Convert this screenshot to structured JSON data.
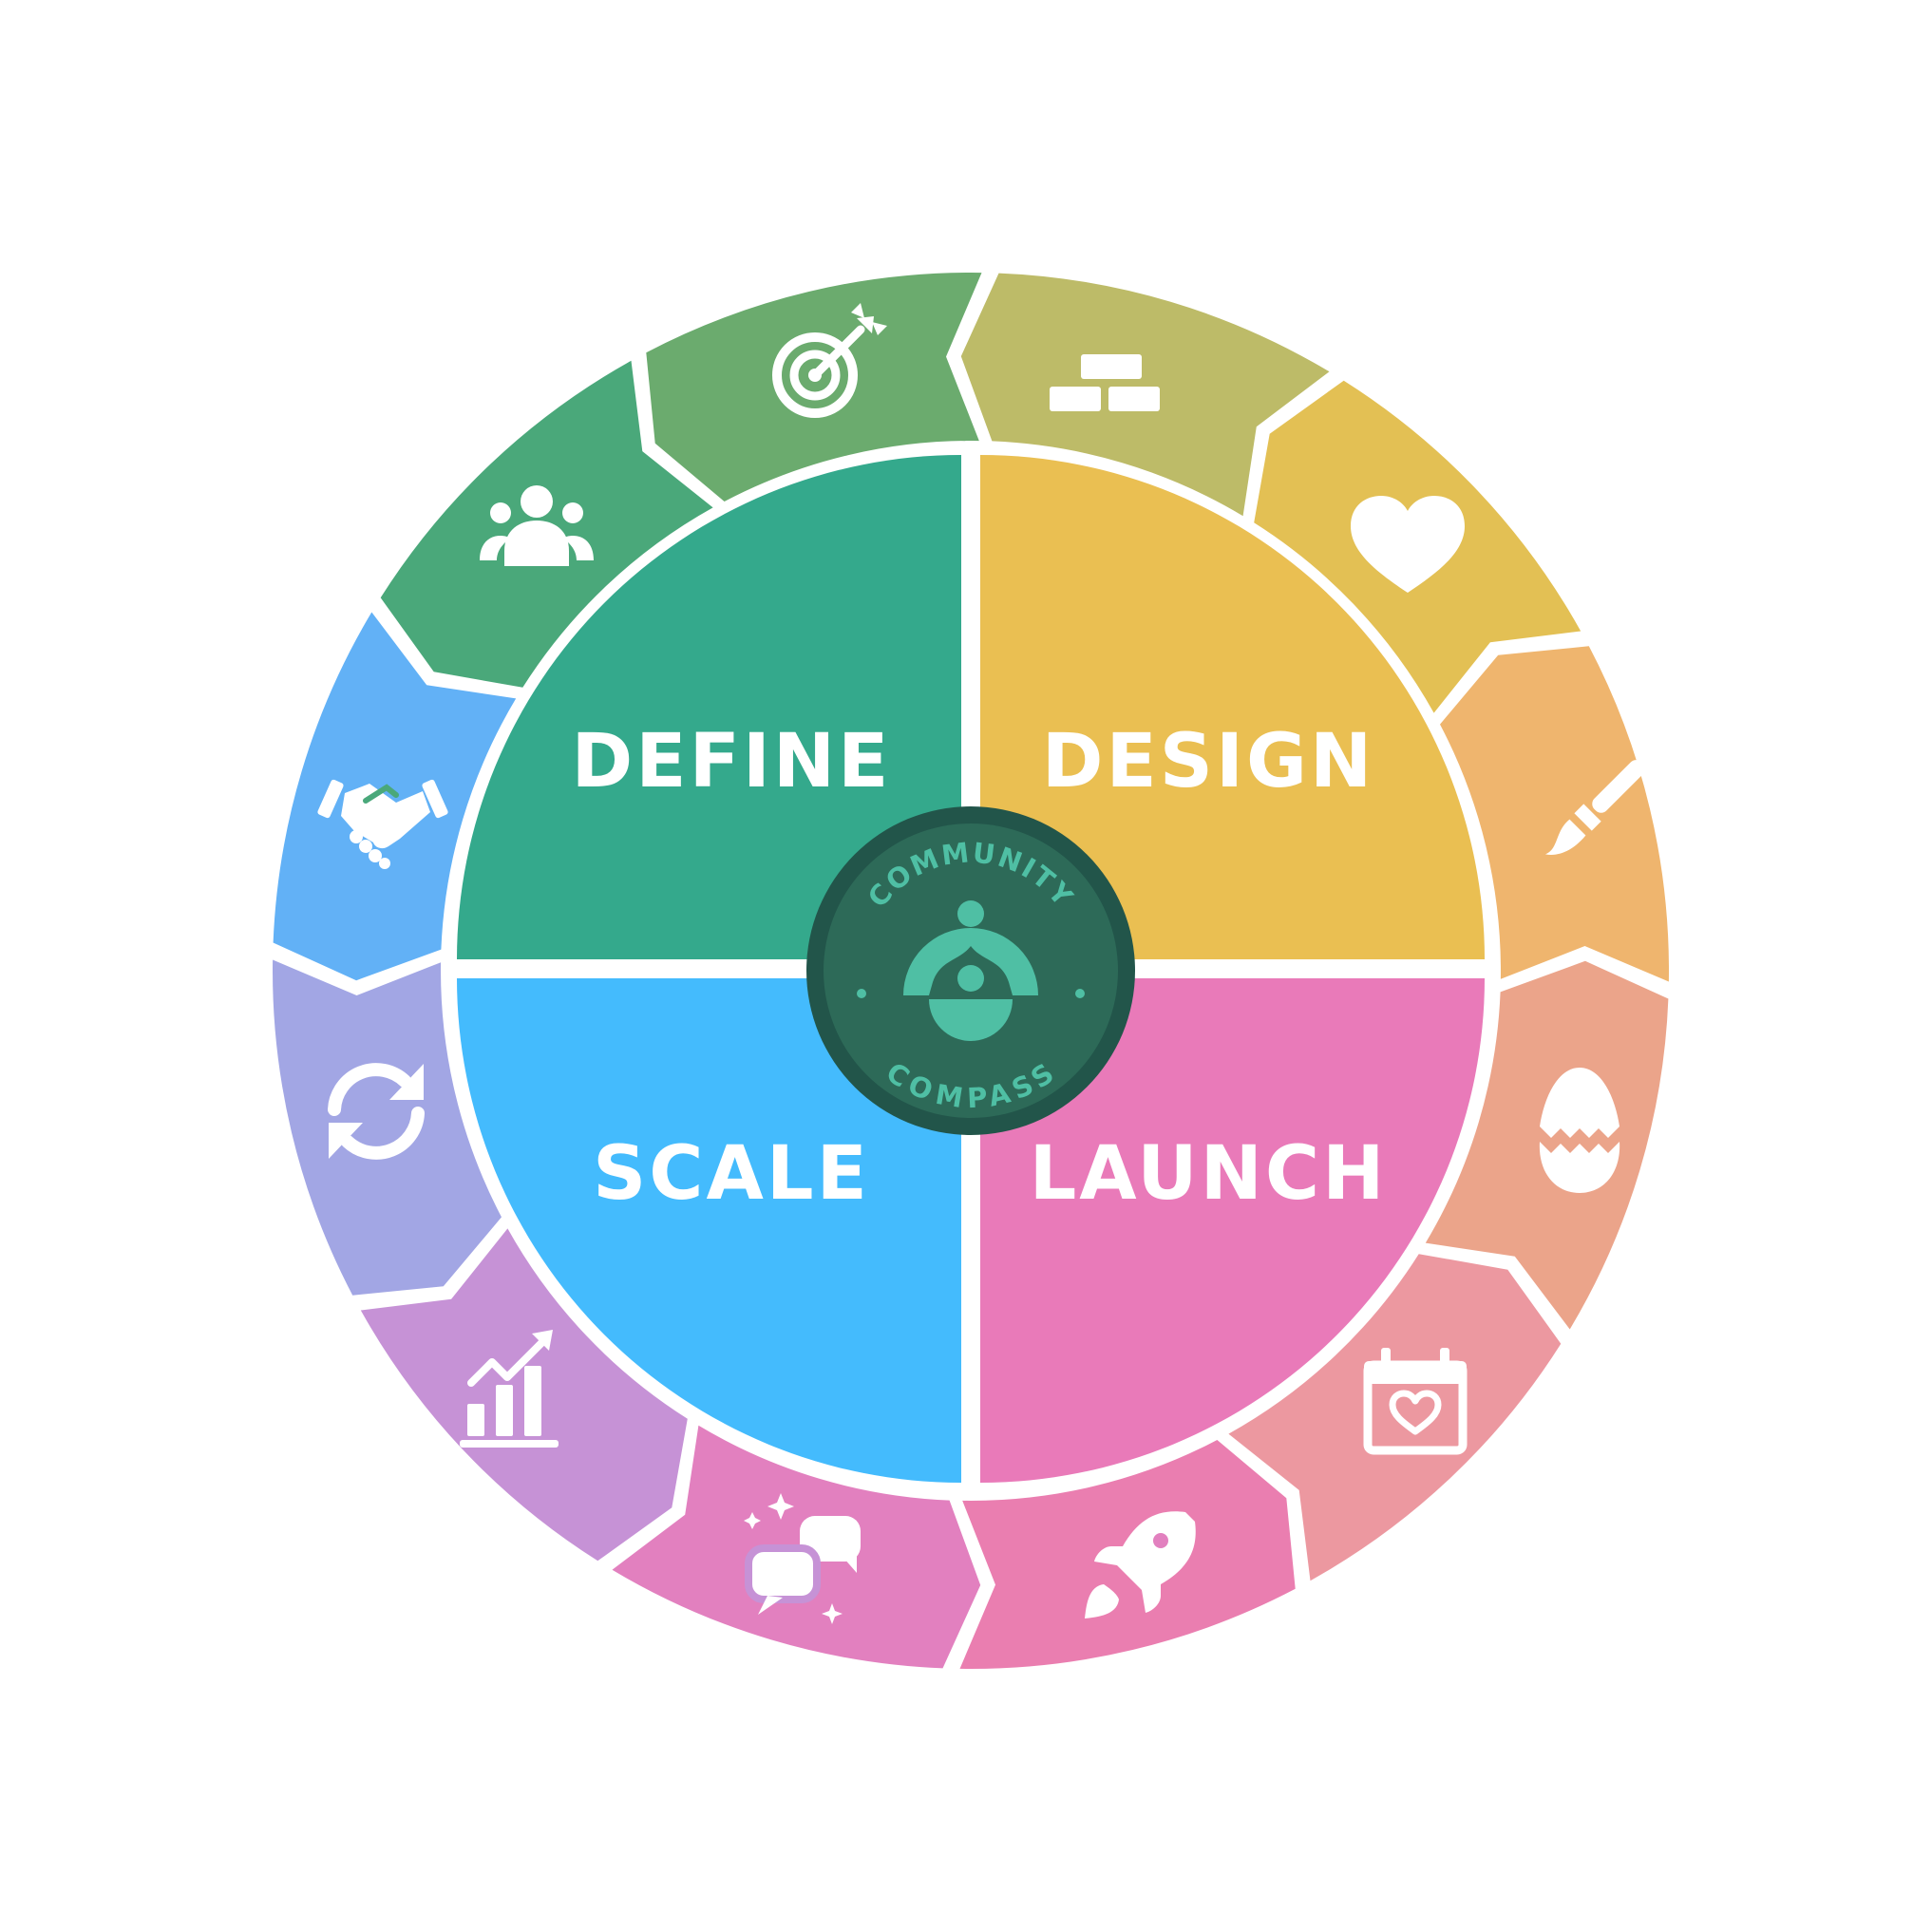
{
  "quadrants": {
    "define": {
      "label": "DEFINE",
      "color": "#34a98c"
    },
    "design": {
      "label": "DESIGN",
      "color": "#eabf52"
    },
    "scale": {
      "label": "SCALE",
      "color": "#44bbfd"
    },
    "launch": {
      "label": "LAUNCH",
      "color": "#e97ab9"
    }
  },
  "badge": {
    "top_text": "COMMUNITY",
    "bottom_text": "COMPASS",
    "outer_color": "#22554a",
    "inner_color": "#2d6a58",
    "accent_color": "#4fbfa4"
  },
  "ring_segments": [
    {
      "icon": "target-arrow-icon",
      "color": "#bdbb68"
    },
    {
      "icon": "bricks-icon",
      "color": "#e3c054"
    },
    {
      "icon": "heart-icon",
      "color": "#efb56e"
    },
    {
      "icon": "paintbrush-icon",
      "color": "#eba48a"
    },
    {
      "icon": "cracked-egg-icon",
      "color": "#ec98a0"
    },
    {
      "icon": "calendar-heart-icon",
      "color": "#ea7eb0"
    },
    {
      "icon": "rocket-icon",
      "color": "#e280bf"
    },
    {
      "icon": "chat-bubbles-icon",
      "color": "#c692d6"
    },
    {
      "icon": "growth-chart-icon",
      "color": "#a2a6e4"
    },
    {
      "icon": "refresh-cycle-icon",
      "color": "#62b1f6"
    },
    {
      "icon": "handshake-icon",
      "color": "#4aa87a"
    },
    {
      "icon": "people-group-icon",
      "color": "#6bab6e"
    }
  ]
}
